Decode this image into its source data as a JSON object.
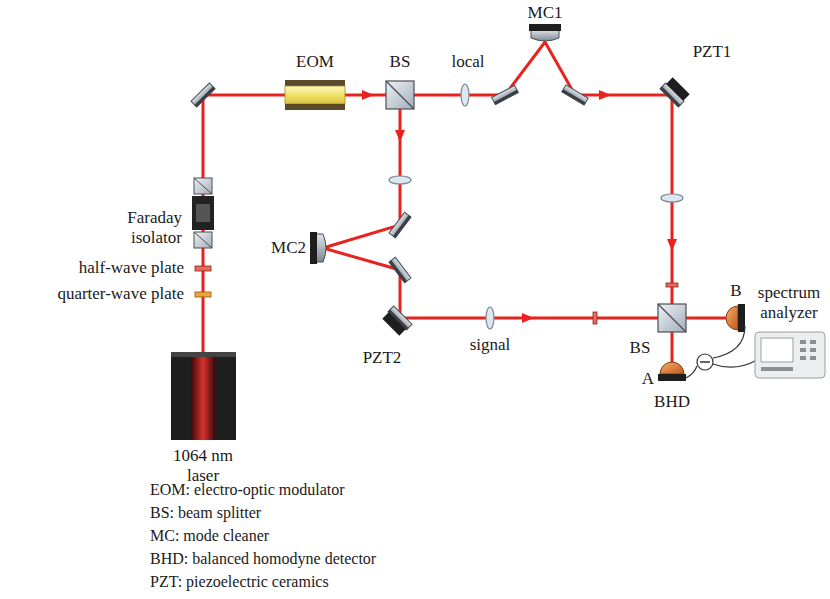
{
  "diagram": {
    "labels": [
      "EOM",
      "BS",
      "local",
      "MC1",
      "PZT1",
      "Faraday isolator",
      "half-wave plate",
      "quarter-wave plate",
      "MC2",
      "PZT2",
      "signal",
      "BS",
      "B",
      "spectrum analyzer",
      "A",
      "BHD",
      "1064 nm laser",
      "EOM: electro-optic modulator",
      "BS: beam splitter",
      "MC: mode cleaner",
      "BHD: balanced homodyne detector",
      "PZT: piezoelectric ceramics"
    ]
  }
}
